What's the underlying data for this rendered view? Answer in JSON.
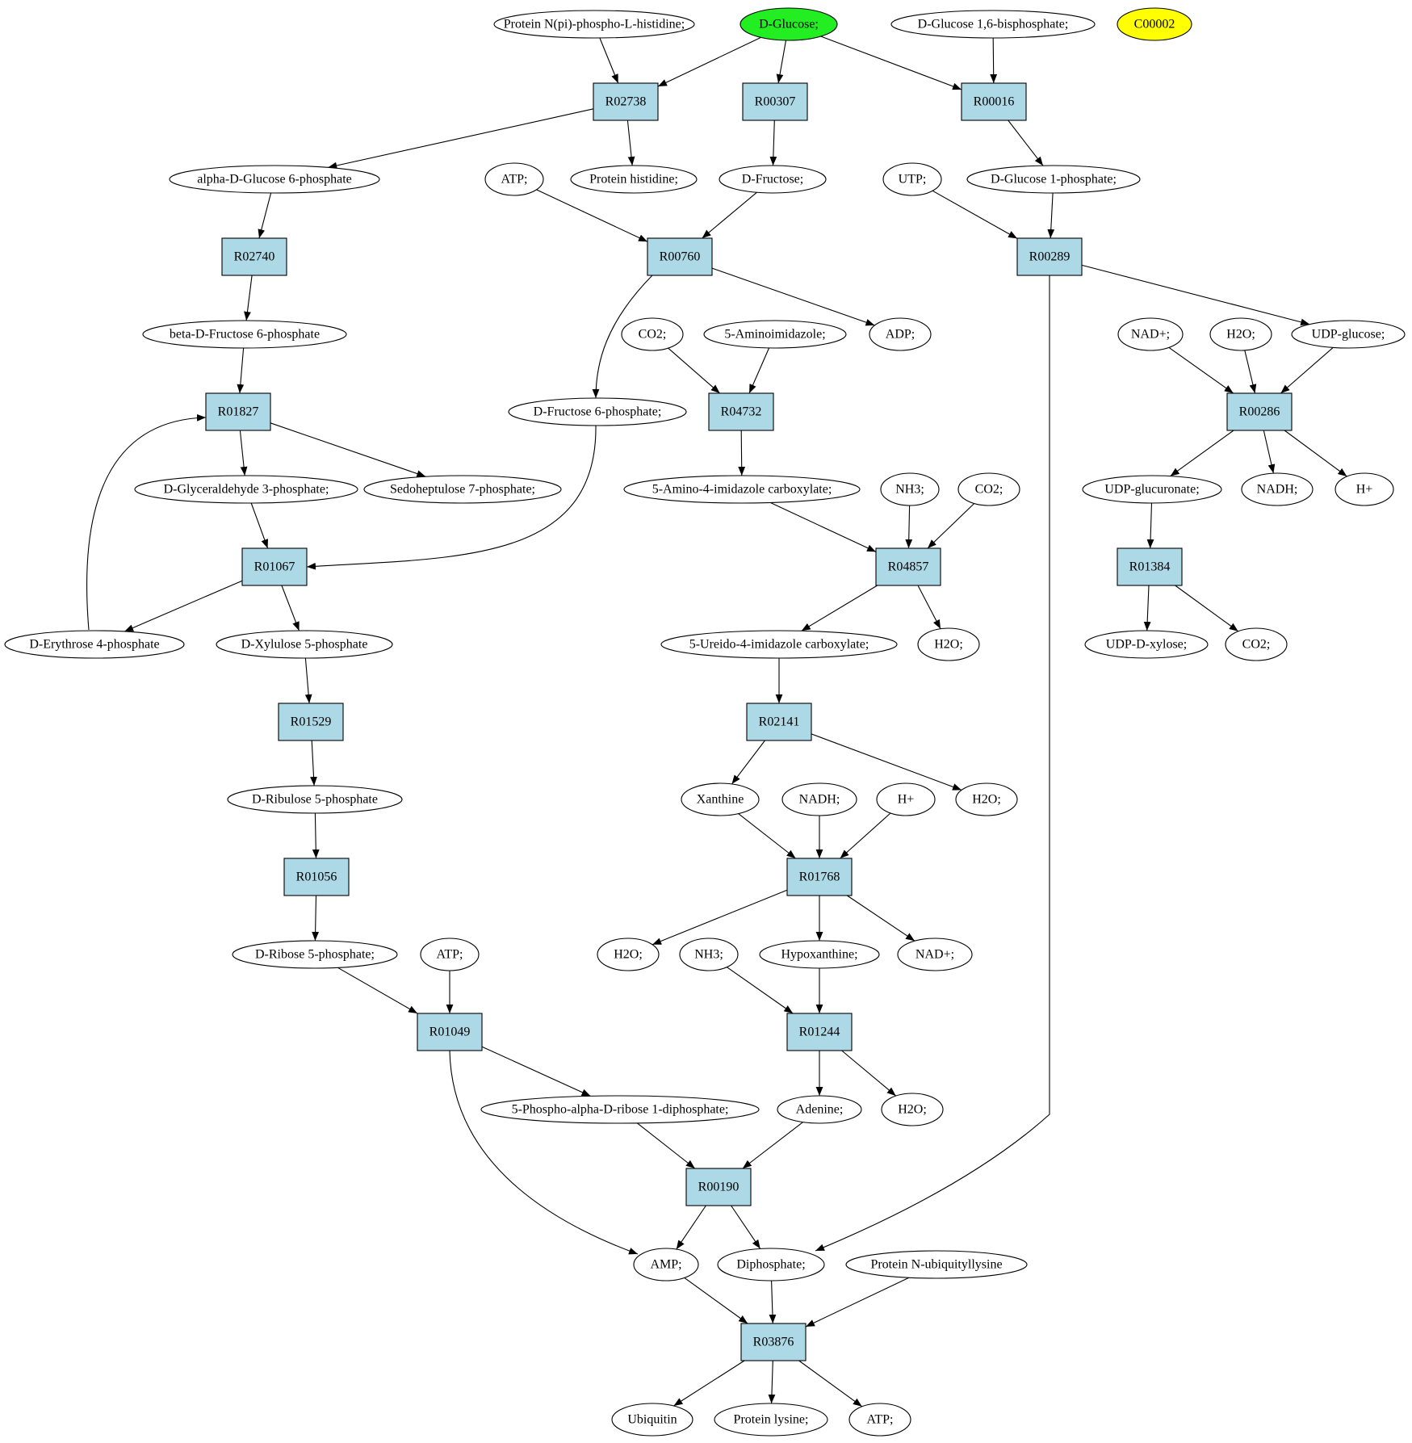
{
  "colors": {
    "compound": "#ffffff",
    "reaction": "#add8e6",
    "highlight_green": "#22ee22",
    "highlight_yellow": "#ffff00",
    "edge": "#000000"
  },
  "compounds": [
    {
      "id": "c1",
      "label": "Protein N(pi)-phospho-L-histidine;",
      "fill": "#ffffff"
    },
    {
      "id": "c2",
      "label": "D-Glucose;",
      "fill": "#22ee22"
    },
    {
      "id": "c3",
      "label": "D-Glucose 1,6-bisphosphate;",
      "fill": "#ffffff"
    },
    {
      "id": "c4",
      "label": "C00002",
      "fill": "#ffff00"
    },
    {
      "id": "c5",
      "label": "alpha-D-Glucose 6-phosphate",
      "fill": "#ffffff"
    },
    {
      "id": "c6",
      "label": "ATP;",
      "fill": "#ffffff"
    },
    {
      "id": "c7",
      "label": "Protein histidine;",
      "fill": "#ffffff"
    },
    {
      "id": "c8",
      "label": "D-Fructose;",
      "fill": "#ffffff"
    },
    {
      "id": "c9",
      "label": "UTP;",
      "fill": "#ffffff"
    },
    {
      "id": "c10",
      "label": "D-Glucose 1-phosphate;",
      "fill": "#ffffff"
    },
    {
      "id": "c11",
      "label": "beta-D-Fructose 6-phosphate",
      "fill": "#ffffff"
    },
    {
      "id": "c12",
      "label": "CO2;",
      "fill": "#ffffff"
    },
    {
      "id": "c13",
      "label": "5-Aminoimidazole;",
      "fill": "#ffffff"
    },
    {
      "id": "c14",
      "label": "ADP;",
      "fill": "#ffffff"
    },
    {
      "id": "c15",
      "label": "NAD+;",
      "fill": "#ffffff"
    },
    {
      "id": "c16",
      "label": "H2O;",
      "fill": "#ffffff"
    },
    {
      "id": "c17",
      "label": "UDP-glucose;",
      "fill": "#ffffff"
    },
    {
      "id": "c18",
      "label": "D-Fructose 6-phosphate;",
      "fill": "#ffffff"
    },
    {
      "id": "c19",
      "label": "D-Glyceraldehyde 3-phosphate;",
      "fill": "#ffffff"
    },
    {
      "id": "c20",
      "label": "Sedoheptulose 7-phosphate;",
      "fill": "#ffffff"
    },
    {
      "id": "c21",
      "label": "5-Amino-4-imidazole carboxylate;",
      "fill": "#ffffff"
    },
    {
      "id": "c22",
      "label": "NH3;",
      "fill": "#ffffff"
    },
    {
      "id": "c23",
      "label": "CO2;",
      "fill": "#ffffff"
    },
    {
      "id": "c24",
      "label": "UDP-glucuronate;",
      "fill": "#ffffff"
    },
    {
      "id": "c25",
      "label": "NADH;",
      "fill": "#ffffff"
    },
    {
      "id": "c26",
      "label": "H+",
      "fill": "#ffffff"
    },
    {
      "id": "c27",
      "label": "D-Erythrose 4-phosphate",
      "fill": "#ffffff"
    },
    {
      "id": "c28",
      "label": "D-Xylulose 5-phosphate",
      "fill": "#ffffff"
    },
    {
      "id": "c29",
      "label": "5-Ureido-4-imidazole carboxylate;",
      "fill": "#ffffff"
    },
    {
      "id": "c30",
      "label": "H2O;",
      "fill": "#ffffff"
    },
    {
      "id": "c31",
      "label": "UDP-D-xylose;",
      "fill": "#ffffff"
    },
    {
      "id": "c32",
      "label": "CO2;",
      "fill": "#ffffff"
    },
    {
      "id": "c33",
      "label": "D-Ribulose 5-phosphate",
      "fill": "#ffffff"
    },
    {
      "id": "c34",
      "label": "Xanthine",
      "fill": "#ffffff"
    },
    {
      "id": "c35",
      "label": "NADH;",
      "fill": "#ffffff"
    },
    {
      "id": "c36",
      "label": "H+",
      "fill": "#ffffff"
    },
    {
      "id": "c37",
      "label": "H2O;",
      "fill": "#ffffff"
    },
    {
      "id": "c38",
      "label": "D-Ribose 5-phosphate;",
      "fill": "#ffffff"
    },
    {
      "id": "c39",
      "label": "ATP;",
      "fill": "#ffffff"
    },
    {
      "id": "c40",
      "label": "H2O;",
      "fill": "#ffffff"
    },
    {
      "id": "c41",
      "label": "NH3;",
      "fill": "#ffffff"
    },
    {
      "id": "c42",
      "label": "Hypoxanthine;",
      "fill": "#ffffff"
    },
    {
      "id": "c43",
      "label": "NAD+;",
      "fill": "#ffffff"
    },
    {
      "id": "c44",
      "label": "5-Phospho-alpha-D-ribose 1-diphosphate;",
      "fill": "#ffffff"
    },
    {
      "id": "c45",
      "label": "Adenine;",
      "fill": "#ffffff"
    },
    {
      "id": "c46",
      "label": "H2O;",
      "fill": "#ffffff"
    },
    {
      "id": "c47",
      "label": "AMP;",
      "fill": "#ffffff"
    },
    {
      "id": "c48",
      "label": "Diphosphate;",
      "fill": "#ffffff"
    },
    {
      "id": "c49",
      "label": "Protein N-ubiquityllysine",
      "fill": "#ffffff"
    },
    {
      "id": "c50",
      "label": "Ubiquitin",
      "fill": "#ffffff"
    },
    {
      "id": "c51",
      "label": "Protein lysine;",
      "fill": "#ffffff"
    },
    {
      "id": "c52",
      "label": "ATP;",
      "fill": "#ffffff"
    }
  ],
  "reactions": [
    {
      "id": "r1",
      "label": "R02738"
    },
    {
      "id": "r2",
      "label": "R00307"
    },
    {
      "id": "r3",
      "label": "R00016"
    },
    {
      "id": "r4",
      "label": "R02740"
    },
    {
      "id": "r5",
      "label": "R00760"
    },
    {
      "id": "r6",
      "label": "R00289"
    },
    {
      "id": "r7",
      "label": "R01827"
    },
    {
      "id": "r8",
      "label": "R04732"
    },
    {
      "id": "r9",
      "label": "R00286"
    },
    {
      "id": "r10",
      "label": "R01067"
    },
    {
      "id": "r11",
      "label": "R04857"
    },
    {
      "id": "r12",
      "label": "R01384"
    },
    {
      "id": "r13",
      "label": "R01529"
    },
    {
      "id": "r14",
      "label": "R02141"
    },
    {
      "id": "r15",
      "label": "R01056"
    },
    {
      "id": "r16",
      "label": "R01768"
    },
    {
      "id": "r17",
      "label": "R01049"
    },
    {
      "id": "r18",
      "label": "R01244"
    },
    {
      "id": "r19",
      "label": "R00190"
    },
    {
      "id": "r20",
      "label": "R03876"
    }
  ],
  "edges": [
    [
      "c1",
      "r1"
    ],
    [
      "c2",
      "r1"
    ],
    [
      "c2",
      "r2"
    ],
    [
      "c2",
      "r3"
    ],
    [
      "c3",
      "r3"
    ],
    [
      "r1",
      "c5"
    ],
    [
      "r1",
      "c7"
    ],
    [
      "r2",
      "c8"
    ],
    [
      "r3",
      "c10"
    ],
    [
      "c5",
      "r4"
    ],
    [
      "c6",
      "r5"
    ],
    [
      "c8",
      "r5"
    ],
    [
      "c9",
      "r6"
    ],
    [
      "c10",
      "r6"
    ],
    [
      "r4",
      "c11"
    ],
    [
      "r5",
      "c14"
    ],
    [
      "r5",
      "c18"
    ],
    [
      "r6",
      "c17"
    ],
    [
      "r6",
      "c48"
    ],
    [
      "c11",
      "r7"
    ],
    [
      "c12",
      "r8"
    ],
    [
      "c13",
      "r8"
    ],
    [
      "c15",
      "r9"
    ],
    [
      "c16",
      "r9"
    ],
    [
      "c17",
      "r9"
    ],
    [
      "r7",
      "c19"
    ],
    [
      "r7",
      "c20"
    ],
    [
      "r8",
      "c21"
    ],
    [
      "r9",
      "c24"
    ],
    [
      "r9",
      "c25"
    ],
    [
      "r9",
      "c26"
    ],
    [
      "c19",
      "r10"
    ],
    [
      "c18",
      "r10"
    ],
    [
      "c21",
      "r11"
    ],
    [
      "c22",
      "r11"
    ],
    [
      "c23",
      "r11"
    ],
    [
      "c24",
      "r12"
    ],
    [
      "r10",
      "c27"
    ],
    [
      "r10",
      "c28"
    ],
    [
      "c27",
      "r7"
    ],
    [
      "r11",
      "c29"
    ],
    [
      "r11",
      "c30"
    ],
    [
      "r12",
      "c31"
    ],
    [
      "r12",
      "c32"
    ],
    [
      "c28",
      "r13"
    ],
    [
      "c29",
      "r14"
    ],
    [
      "r13",
      "c33"
    ],
    [
      "r14",
      "c34"
    ],
    [
      "r14",
      "c37"
    ],
    [
      "c33",
      "r15"
    ],
    [
      "c34",
      "r16"
    ],
    [
      "c35",
      "r16"
    ],
    [
      "c36",
      "r16"
    ],
    [
      "r15",
      "c38"
    ],
    [
      "r16",
      "c40"
    ],
    [
      "r16",
      "c42"
    ],
    [
      "r16",
      "c43"
    ],
    [
      "c38",
      "r17"
    ],
    [
      "c39",
      "r17"
    ],
    [
      "c41",
      "r18"
    ],
    [
      "c42",
      "r18"
    ],
    [
      "r17",
      "c44"
    ],
    [
      "r17",
      "c47"
    ],
    [
      "r18",
      "c45"
    ],
    [
      "r18",
      "c46"
    ],
    [
      "c44",
      "r19"
    ],
    [
      "c45",
      "r19"
    ],
    [
      "r19",
      "c47"
    ],
    [
      "r19",
      "c48"
    ],
    [
      "c47",
      "r20"
    ],
    [
      "c48",
      "r20"
    ],
    [
      "c49",
      "r20"
    ],
    [
      "r20",
      "c50"
    ],
    [
      "r20",
      "c51"
    ],
    [
      "r20",
      "c52"
    ]
  ]
}
